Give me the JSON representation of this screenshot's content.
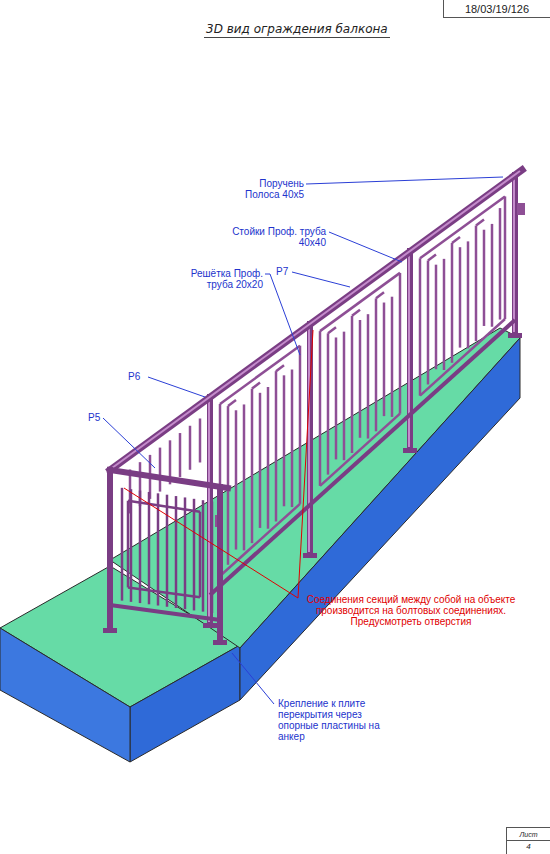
{
  "diagram": {
    "title": "3D вид ограждения балкона",
    "nodes": [
      {
        "text": [
          "18/03/19/126"
        ]
      },
      {
        "text": [
          "Лист",
          "4"
        ]
      }
    ],
    "labels": [
      "Поручень Полоса 40х5",
      "Стойки Проф. труба 40х40",
      "Решётка Проф. труба 20х20",
      "P7",
      "P6",
      "P5",
      "Соединения секций между собой на объекте производится на болтовых соединениях. Предусмотреть отверстия",
      "Крепление к плите перекрытия через опорные пластины на анкер"
    ]
  }
}
